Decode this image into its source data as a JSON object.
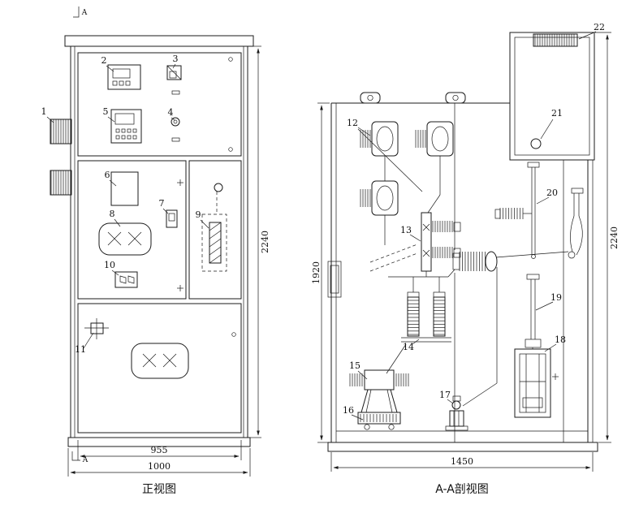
{
  "markers": {
    "section_top": "A",
    "section_bottom": "A"
  },
  "callouts": [
    "1",
    "2",
    "3",
    "4",
    "5",
    "6",
    "7",
    "8",
    "9",
    "10",
    "11",
    "12",
    "13",
    "14",
    "15",
    "16",
    "17",
    "18",
    "19",
    "20",
    "21",
    "22"
  ],
  "front_view": {
    "caption": "正视图",
    "dim_height": "2240",
    "dim_width_inner": "955",
    "dim_width_outer": "1000"
  },
  "section_view": {
    "caption": "A-A剖视图",
    "dim_height_front": "1920",
    "dim_height_total": "2240",
    "dim_width": "1450"
  }
}
